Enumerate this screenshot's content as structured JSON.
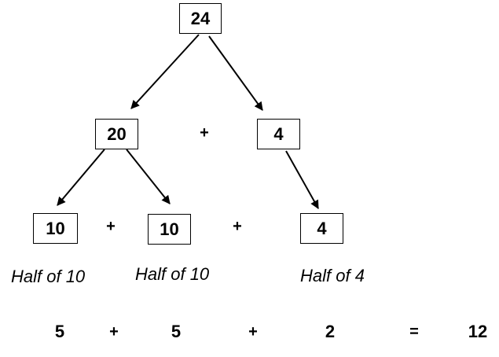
{
  "tree": {
    "root": "24",
    "level2": [
      "20",
      "4"
    ],
    "level2_operator": "+",
    "level3": [
      "10",
      "10",
      "4"
    ],
    "level3_operators": [
      "+",
      "+"
    ],
    "half_labels": [
      "Half of 10",
      "Half of 10",
      "Half of 4"
    ]
  },
  "equation": {
    "term1": "5",
    "plus1": "+",
    "term2": "5",
    "plus2": "+",
    "term3": "2",
    "equals": "=",
    "result": "12"
  },
  "colors": {
    "background": "#ffffff",
    "line": "#000000",
    "text": "#000000"
  }
}
